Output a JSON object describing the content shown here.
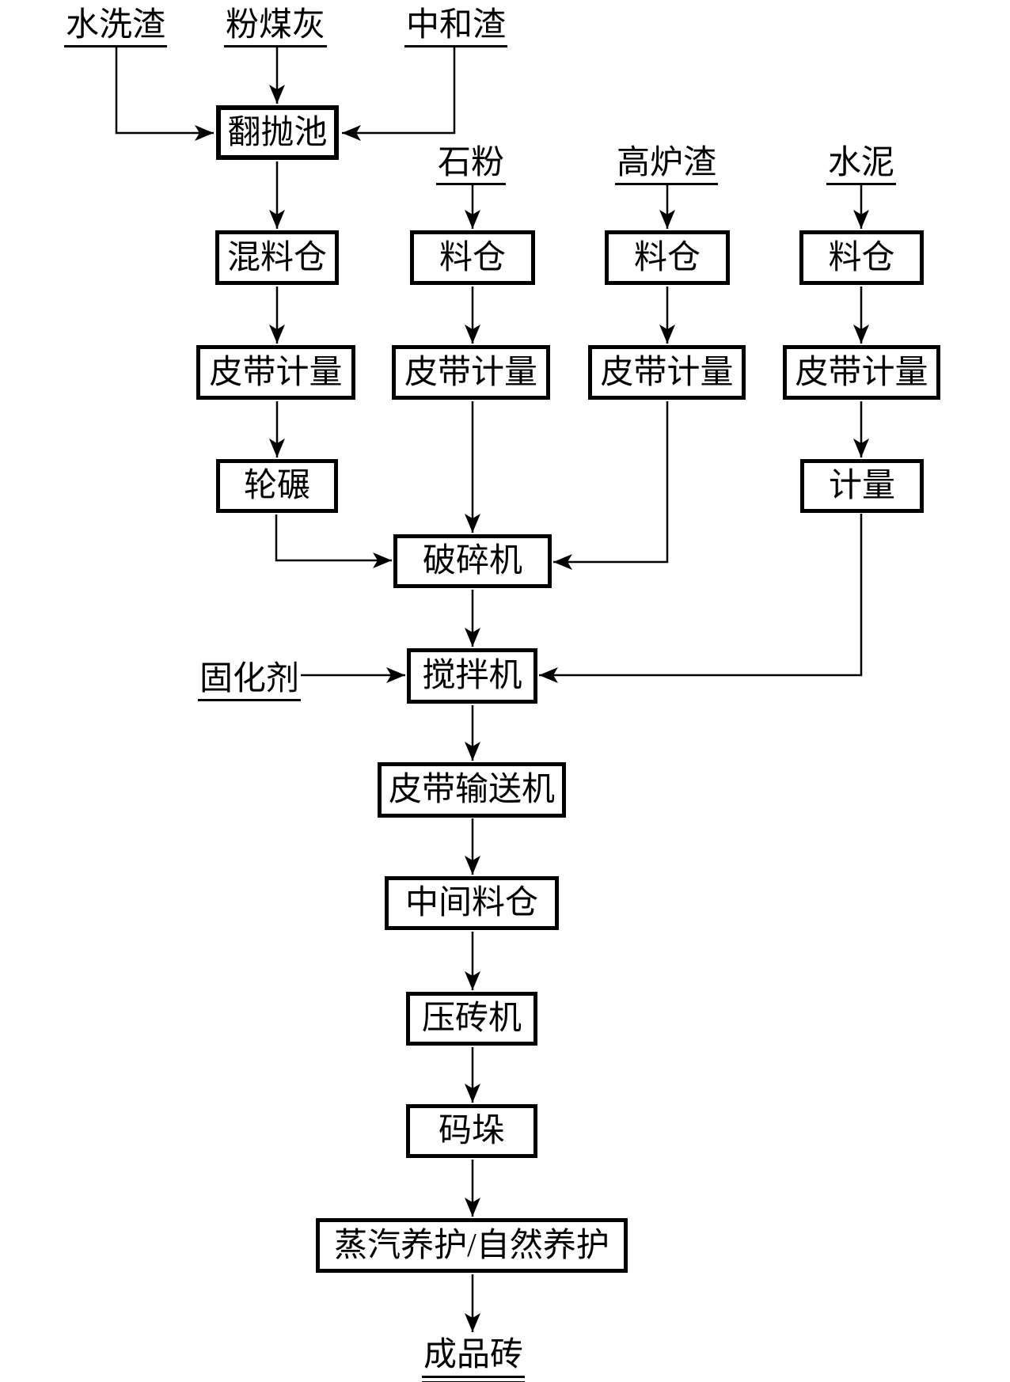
{
  "colors": {
    "line": "#000000",
    "background": "#ffffff",
    "text": "#000000"
  },
  "labels": {
    "water_washed_slag": "水洗渣",
    "fly_ash": "粉煤灰",
    "neutralized_slag": "中和渣",
    "stone_powder": "石粉",
    "blast_furnace_slag": "高炉渣",
    "cement": "水泥",
    "curing_agent": "固化剂",
    "finished_brick": "成品砖"
  },
  "nodes": {
    "turning_pool": "翻抛池",
    "mixing_bin": "混料仓",
    "stone_powder_bin": "料仓",
    "blast_furnace_slag_bin": "料仓",
    "cement_bin": "料仓",
    "belt_metering_mix": "皮带计量",
    "belt_metering_stone": "皮带计量",
    "belt_metering_bfs": "皮带计量",
    "belt_metering_cement": "皮带计量",
    "wheel_mill": "轮碾",
    "metering": "计量",
    "crusher": "破碎机",
    "mixer": "搅拌机",
    "belt_conveyor": "皮带输送机",
    "intermediate_bin": "中间料仓",
    "brick_press": "压砖机",
    "palletizing": "码垛",
    "curing": "蒸汽养护/自然养护"
  }
}
